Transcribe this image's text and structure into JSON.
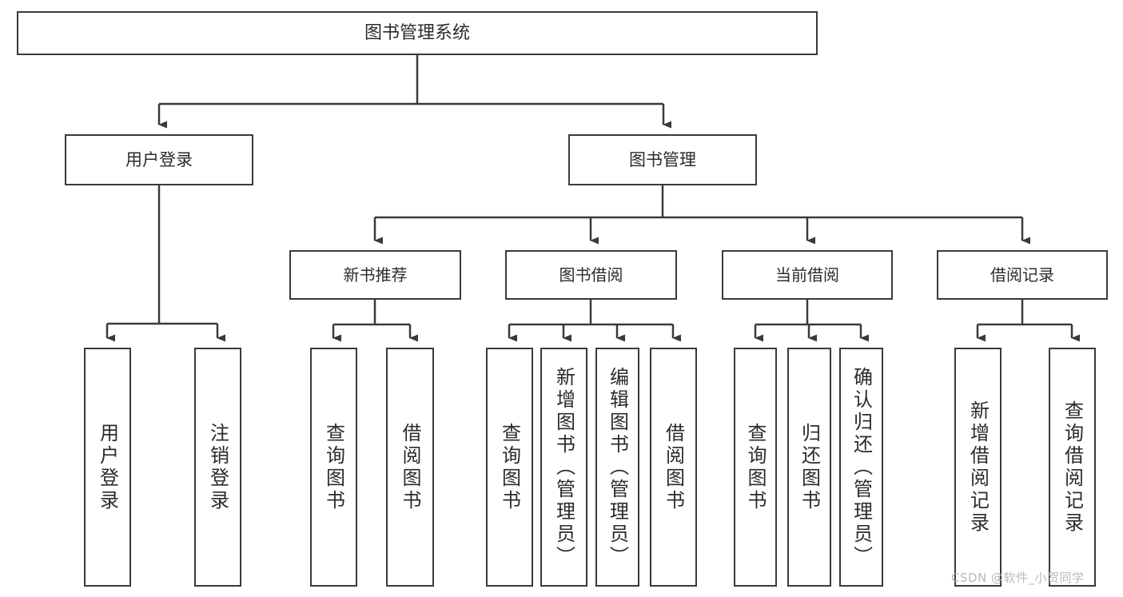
{
  "diagram": {
    "type": "tree-hierarchy",
    "title": "图书管理系统",
    "root": {
      "label": "图书管理系统"
    },
    "level2": [
      {
        "label": "用户登录"
      },
      {
        "label": "图书管理"
      }
    ],
    "level3": [
      {
        "label": "新书推荐"
      },
      {
        "label": "图书借阅"
      },
      {
        "label": "当前借阅"
      },
      {
        "label": "借阅记录"
      }
    ],
    "leaves": [
      {
        "label": "用户登录",
        "parent": "用户登录"
      },
      {
        "label": "注销登录",
        "parent": "用户登录"
      },
      {
        "label": "查询图书",
        "parent": "新书推荐"
      },
      {
        "label": "借阅图书",
        "parent": "新书推荐"
      },
      {
        "label": "查询图书",
        "parent": "图书借阅"
      },
      {
        "label": "新增图书（管理员）",
        "parent": "图书借阅"
      },
      {
        "label": "编辑图书（管理员）",
        "parent": "图书借阅"
      },
      {
        "label": "借阅图书",
        "parent": "图书借阅"
      },
      {
        "label": "查询图书",
        "parent": "当前借阅"
      },
      {
        "label": "归还图书",
        "parent": "当前借阅"
      },
      {
        "label": "确认归还（管理员）",
        "parent": "当前借阅"
      },
      {
        "label": "新增借阅记录",
        "parent": "借阅记录"
      },
      {
        "label": "查询借阅记录",
        "parent": "借阅记录"
      }
    ]
  },
  "watermark": {
    "text": "CSDN @软件_小贺同学"
  },
  "colors": {
    "box_border": "#3a3a3a",
    "box_fill": "#ffffff",
    "text": "#2b2b2b",
    "connector": "#3a3a3a",
    "watermark": "#b9b9b9"
  }
}
